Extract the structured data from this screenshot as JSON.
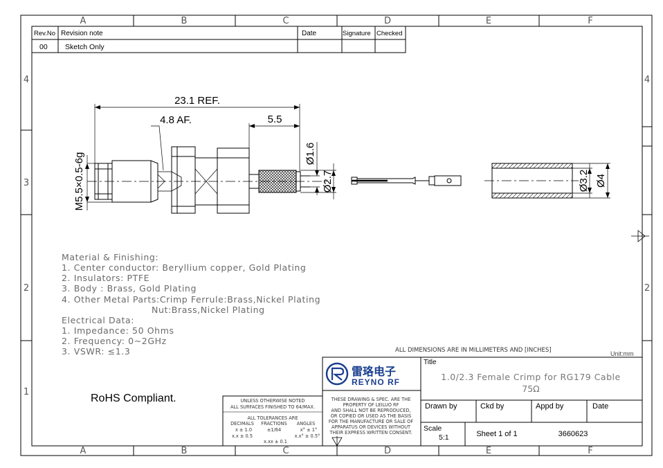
{
  "zones": {
    "columns": [
      "A",
      "B",
      "C",
      "D",
      "E",
      "F"
    ],
    "rows": [
      "4",
      "3",
      "2",
      "1"
    ]
  },
  "revision_table": {
    "headers": [
      "Rev.No",
      "Revision note",
      "Date",
      "Signature",
      "Checked"
    ],
    "rows": [
      {
        "rev": "00",
        "note": "Sketch Only",
        "date": "",
        "signature": "",
        "checked": ""
      }
    ]
  },
  "dimensions": {
    "overall": "23.1 REF.",
    "hex": "4.8 AF.",
    "ferrule_len": "5.5",
    "thread": "M5.5×0.5-6g",
    "d1": "Ø1.6",
    "d2": "Ø2.7",
    "d3": "Ø3.2",
    "d4": "Ø4"
  },
  "notes": {
    "material_title": "Material & Finishing:",
    "material_items": [
      "1. Center conductor: Beryllium copper, Gold Plating",
      "2. Insulators: PTFE",
      "3. Body : Brass, Gold Plating",
      "4. Other Metal Parts:Crimp Ferrule:Brass,Nickel Plating"
    ],
    "material_cont": "Nut:Brass,Nickel Plating",
    "electrical_title": "Electrical Data:",
    "electrical_items": [
      "1. Impedance: 50 Ohms",
      "2. Frequency: 0~2GHz",
      "3. VSWR:        ≤1.3"
    ]
  },
  "rohs": "RoHS Compliant.",
  "units_note": "ALL DIMENSIONS ARE IN MILLIMETERS AND [INCHES]",
  "unit": "Unit:mm",
  "tolerance": {
    "line1": "UNLESS OTHERWISE NOTED",
    "line2": "ALL SURFACES FINISHED TO 64/MAX.",
    "line3": "ALL TOLERANCES ARE",
    "cols": [
      "DECIMALS",
      "FRACTIONS",
      "ANGLES"
    ],
    "dec1": "x ± 1.0",
    "dec2": "x.x ± 0.5",
    "frac": "±1/64",
    "ang1": "x° ± 1°",
    "ang2": "x.x° ± 0.5°",
    "dec3": "x.xx ± 0.1"
  },
  "property_note": [
    "THESE DRAWING & SPEC. ARE THE",
    "PROPERTY OF LEILUO RF",
    "AND SHALL NOT BE REPRODUCED,",
    "OR COPIED OR USED AS THE BASIS",
    "FOR THE MANUFACTURE OR SALE OF",
    "APPARATUS OR DEVICES WITHOUT",
    "THEIR EXPRESS WRITTEN CONSENT."
  ],
  "company": {
    "cn": "雷珞电子",
    "en": "REYNO RF"
  },
  "title_block": {
    "title_label": "Title",
    "title_line1": "1.0/2.3 Female Crimp for RG179 Cable",
    "title_line2": "75Ω",
    "drawn_by": "Drawn by",
    "ckd_by": "Ckd by",
    "appd_by": "Appd by",
    "date": "Date",
    "scale_label": "Scale",
    "scale_value": "5:1",
    "sheet": "Sheet 1 of 1",
    "part_no": "3660623"
  },
  "colors": {
    "line": "#000000",
    "text_gray": "#6a6a6a",
    "logo_blue": "#1a3f8f"
  }
}
